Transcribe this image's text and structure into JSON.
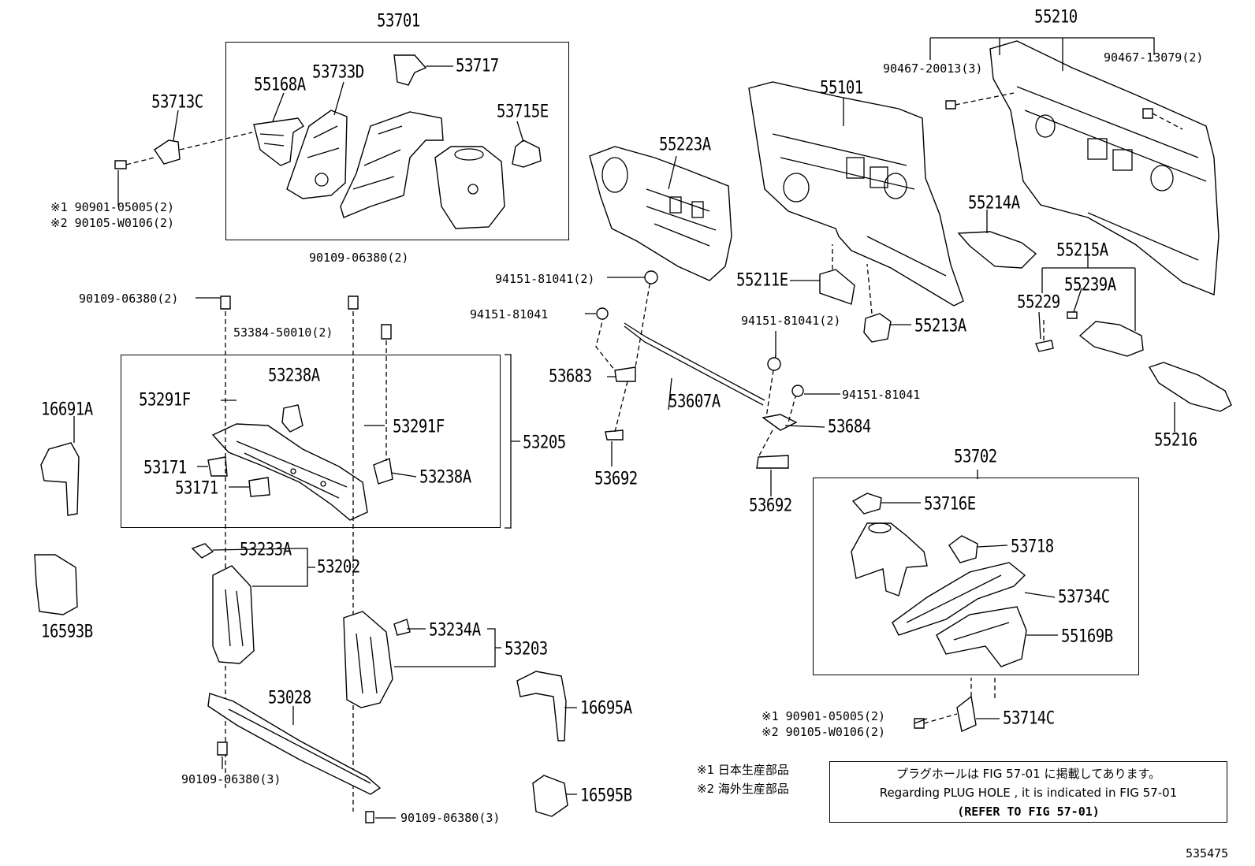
{
  "diagram": {
    "figure_id": "535475",
    "labels": {
      "p53701": "53701",
      "p53733d": "53733D",
      "p53717": "53717",
      "p55168a": "55168A",
      "p53713c": "53713C",
      "p53715e": "53715E",
      "bolt_left_1": "※1 90901-05005(2)",
      "bolt_left_2": "※2 90105-W0106(2)",
      "bolt_a": "90109-06380(2)",
      "bolt_b": "90109-06380(2)",
      "p53384": "53384-50010(2)",
      "p53238a_top": "53238A",
      "p53291f_l": "53291F",
      "p53291f_r": "53291F",
      "p53205": "53205",
      "p53171_a": "53171",
      "p53171_b": "53171",
      "p53238a_bot": "53238A",
      "p16691a": "16691A",
      "p16593b": "16593B",
      "p53233a": "53233A",
      "p53202": "53202",
      "p53234a": "53234A",
      "p53203": "53203",
      "p53028": "53028",
      "bolt_c": "90109-06380(3)",
      "bolt_d": "90109-06380(3)",
      "p16695a": "16695A",
      "p16595b": "16595B",
      "p55223a": "55223A",
      "clip_a": "94151-81041(2)",
      "clip_b": "94151-81041",
      "p53683": "53683",
      "p53607a": "53607A",
      "p53692_l": "53692",
      "clip_c": "94151-81041(2)",
      "clip_d": "94151-81041",
      "p53684": "53684",
      "p53692_r": "53692",
      "p55101": "55101",
      "p55211e": "55211E",
      "p55213a": "55213A",
      "p55210": "55210",
      "screw_a": "90467-20013(3)",
      "screw_b": "90467-13079(2)",
      "p55214a": "55214A",
      "p55215a": "55215A",
      "p55239a": "55239A",
      "p55229": "55229",
      "p55216": "55216",
      "p53702": "53702",
      "p53716e": "53716E",
      "p53718": "53718",
      "p53734c": "53734C",
      "p55169b": "55169B",
      "bolt_right_1": "※1 90901-05005(2)",
      "bolt_right_2": "※2 90105-W0106(2)",
      "p53714c": "53714C"
    },
    "legend": {
      "note1": "※1 日本生産部品",
      "note2": "※2 海外生産部品"
    },
    "notice": {
      "line1": "プラグホールは FIG 57-01 に掲載してあります。",
      "line2": "Regarding  PLUG  HOLE , it is indicated in FIG  57-01",
      "line3": "(REFER TO FIG 57-01)"
    }
  }
}
